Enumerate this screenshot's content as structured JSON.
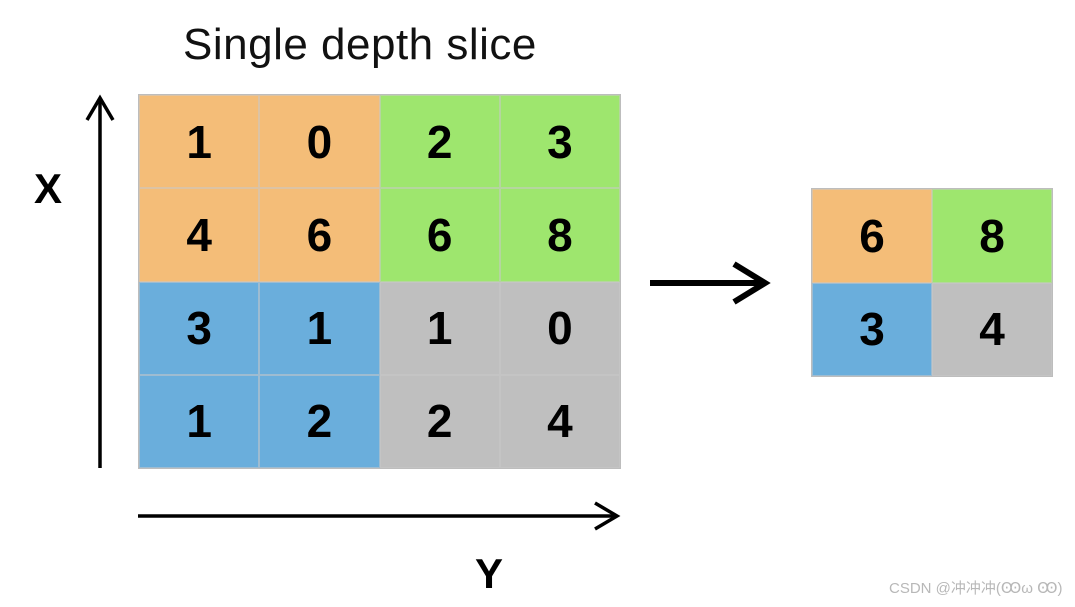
{
  "title": "Single depth slice",
  "axes": {
    "x_label": "X",
    "y_label": "Y"
  },
  "colors": {
    "orange": "#f4bd78",
    "green": "#9ee66e",
    "blue": "#6aaedc",
    "gray": "#bfbfbf"
  },
  "input_grid": {
    "rows": [
      [
        "1",
        "0",
        "2",
        "3"
      ],
      [
        "4",
        "6",
        "6",
        "8"
      ],
      [
        "3",
        "1",
        "1",
        "0"
      ],
      [
        "1",
        "2",
        "2",
        "4"
      ]
    ]
  },
  "output_grid": {
    "rows": [
      [
        "6",
        "8"
      ],
      [
        "3",
        "4"
      ]
    ]
  },
  "watermark": "CSDN @冲冲冲(Ꙭω Ꙭ)"
}
